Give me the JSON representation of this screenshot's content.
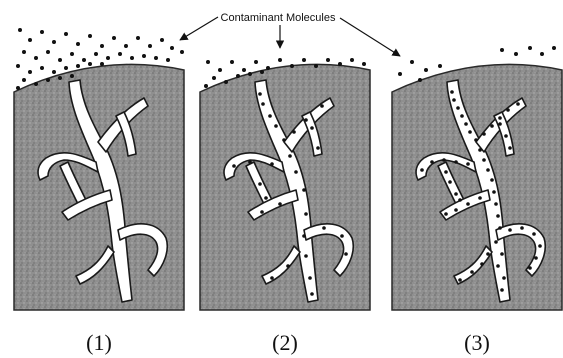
{
  "header": {
    "label": "Contaminant Molecules"
  },
  "panels": [
    {
      "label": "(1)"
    },
    {
      "label": "(2)"
    },
    {
      "label": "(3)"
    }
  ],
  "colors": {
    "solid": "#8f8f8f",
    "pore": "#ffffff",
    "molecule": "#111111"
  }
}
